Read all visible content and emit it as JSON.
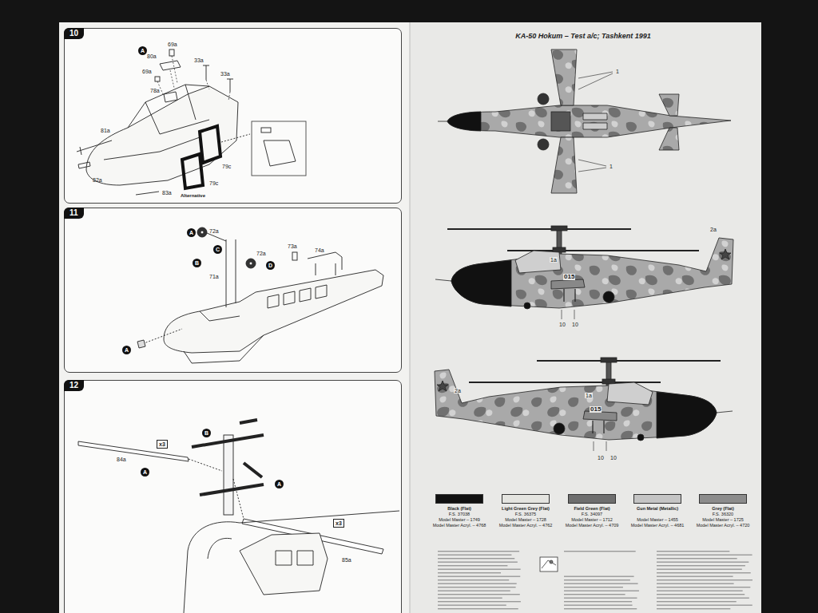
{
  "diagram": {
    "title": "KA-50 Hokum – Test a/c; Tashkent 1991",
    "nodes": [
      {
        "text": [
          "10"
        ]
      },
      {
        "text": [
          "A"
        ],
        "in": 0
      },
      {
        "text": [
          "11"
        ]
      },
      {
        "text": [
          "A"
        ],
        "in": 2
      },
      {
        "text": [
          "B"
        ],
        "in": 2
      },
      {
        "text": [
          "C"
        ],
        "in": 2
      },
      {
        "text": [
          "D"
        ],
        "in": 2
      },
      {
        "text": [
          "A"
        ],
        "in": 2
      },
      {
        "text": [
          "12"
        ]
      },
      {
        "text": [
          "A"
        ],
        "in": 8
      },
      {
        "text": [
          "B"
        ],
        "in": 8
      },
      {
        "text": [
          "A"
        ],
        "in": 8
      }
    ],
    "labels": [
      "69a",
      "80a",
      "33a",
      "69a",
      "33a",
      "78a",
      "81a",
      "82a",
      "83a",
      "79c",
      "79c",
      "Alternative",
      "72a",
      "72a",
      "71a",
      "73a",
      "74a",
      "x3",
      "84a",
      "x3",
      "85a",
      "1",
      "1",
      "2a",
      "1a",
      "015",
      "10",
      "10",
      "2a",
      "1a",
      "015",
      "10",
      "10",
      "F.S. 37038",
      "Model Master – 1749",
      "Model Master Acryl. – 4768",
      "F.S. 36375",
      "Model Master – 1728",
      "Model Master Acryl. – 4762",
      "F.S. 34097",
      "Model Master – 1712",
      "Model Master Acryl. – 4709",
      "Model Master – 1455",
      "Model Master Acryl. – 4681",
      "F.S. 36320",
      "Model Master – 1725",
      "Model Master Acryl. – 4720"
    ],
    "legend": [
      {
        "text": "Black (Flat)",
        "color": "#111111"
      },
      {
        "text": "Light Green Grey (Flat)",
        "color": "#e4e4e0"
      },
      {
        "text": "Field Green (Flat)",
        "color": "#6e6e6e"
      },
      {
        "text": "Gun Metal (Metallic)",
        "color": "#c4c4c4"
      },
      {
        "text": "Grey (Flat)",
        "color": "#8c8c8c"
      }
    ]
  }
}
